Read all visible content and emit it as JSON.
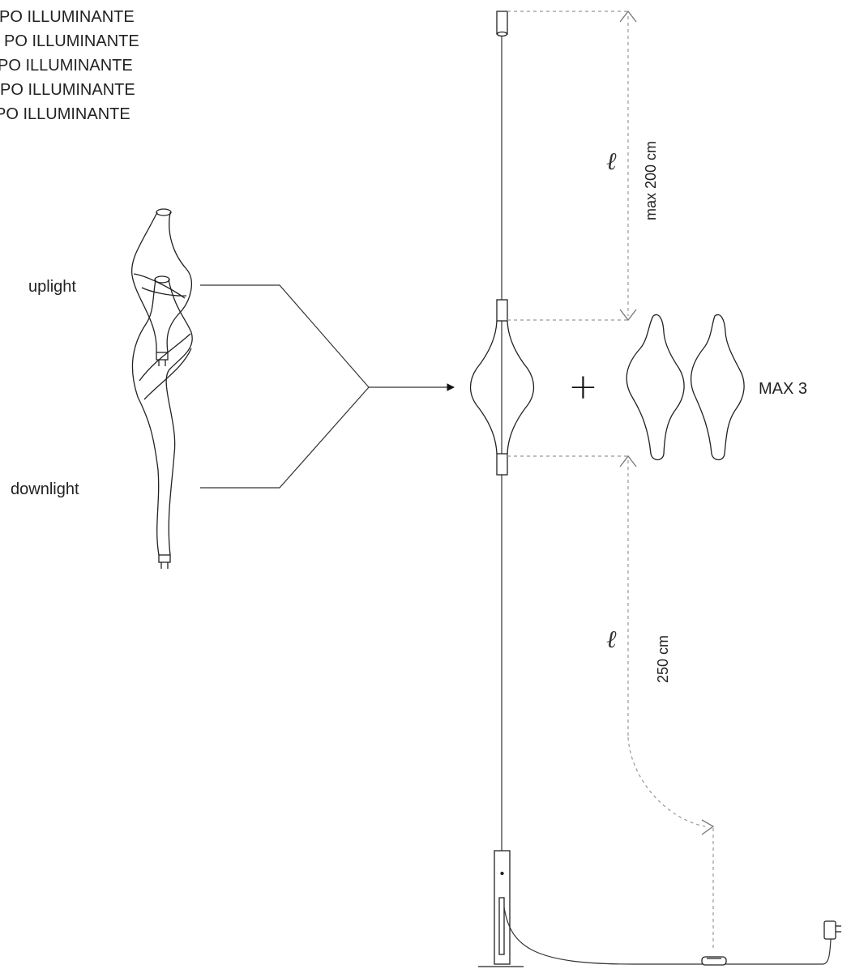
{
  "header_lines": [
    "PO ILLUMINANTE",
    "PO ILLUMINANTE",
    "PO ILLUMINANTE",
    "PO ILLUMINANTE",
    "PO ILLUMINANTE"
  ],
  "labels": {
    "uplight": "uplight",
    "downlight": "downlight",
    "max_units": "MAX 3",
    "plus": "+",
    "ell_symbol": "ℓ",
    "upper_length": "max 200 cm",
    "lower_length": "250 cm"
  }
}
